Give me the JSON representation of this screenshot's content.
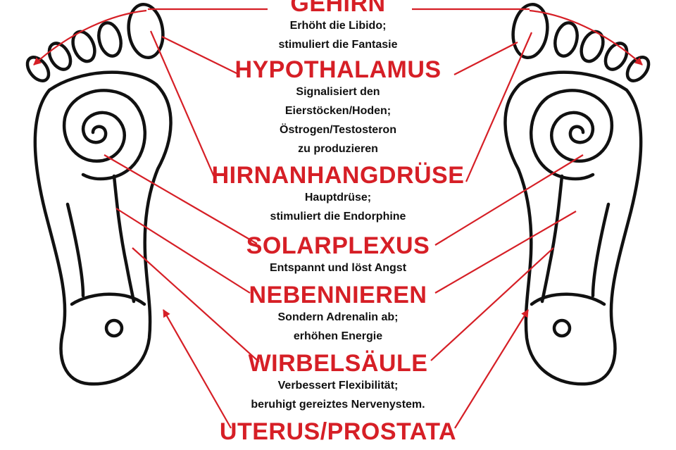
{
  "colors": {
    "accent": "#d61f26",
    "ink": "#111111",
    "background": "#ffffff"
  },
  "zones": [
    {
      "title": "GEHIRN",
      "lines": [
        "Erhöht die Libido;",
        "stimuliert die Fantasie"
      ]
    },
    {
      "title": "HYPOTHALAMUS",
      "lines": [
        "Signalisiert den",
        "Eierstöcken/Hoden;",
        "Östrogen/Testosteron",
        "zu produzieren"
      ]
    },
    {
      "title": "HIRNANHANGDRÜSE",
      "lines": [
        "Hauptdrüse;",
        "stimuliert die Endorphine"
      ]
    },
    {
      "title": "SOLARPLEXUS",
      "lines": [
        "Entspannt und löst Angst"
      ]
    },
    {
      "title": "NEBENNIEREN",
      "lines": [
        "Sondern Adrenalin ab;",
        "erhöhen Energie"
      ]
    },
    {
      "title": "WIRBELSÄULE",
      "lines": [
        "Verbessert Flexibilität;",
        "beruhigt gereiztes Nervenystem."
      ]
    },
    {
      "title": "UTERUS/PROSTATA",
      "lines": []
    }
  ]
}
